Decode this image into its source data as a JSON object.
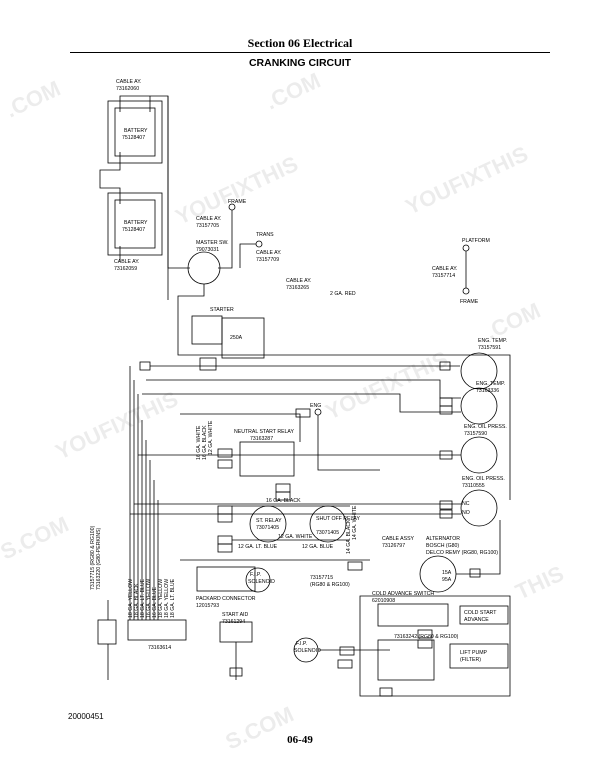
{
  "header": {
    "section": "Section 06  Electrical",
    "title": "CRANKING CIRCUIT"
  },
  "footer": {
    "doc_number": "20000451",
    "page": "06-49"
  },
  "watermarks": {
    "a": ".COM",
    "b": "YOUFIXTHIS",
    "c": "YOUFIXTHIS",
    "d": "YOUFIXTHIS",
    "e": "YOUFIXTHIS",
    "f": "THIS",
    "g": ".COM",
    "h": ".COM",
    "i": "S.COM",
    "j": "S.COM"
  },
  "labels": {
    "cable_ay_1": "CABLE AY.",
    "cable_ay_1_pn": "73162060",
    "battery_1": "BATTERY",
    "battery_1_pn": "75128407",
    "battery_2": "BATTERY",
    "battery_2_pn": "75128407",
    "cable_ay_2": "CABLE AY.",
    "cable_ay_2_pn": "73162059",
    "frame_1": "FRAME",
    "cable_ay_3": "CABLE AY.",
    "cable_ay_3_pn": "73157705",
    "trans": "TRANS",
    "cable_ay_4": "CABLE AY.",
    "cable_ay_4_pn": "73157709",
    "master_sw": "MASTER SW.",
    "master_sw_pn": "79073031",
    "platform": "PLATFORM",
    "cable_ay_5": "CABLE AY.",
    "cable_ay_5_pn": "73157714",
    "frame_2": "FRAME",
    "cable_ay_6": "CABLE AY.",
    "cable_ay_6_pn": "73163265",
    "red_2ga": "2 GA. RED",
    "starter": "STARTER",
    "starter_amp": "250A",
    "eng_temp_1": "ENG. TEMP.",
    "eng_temp_1_pn": "73157591",
    "eng_temp_2": "ENG. TEMP.",
    "eng_temp_2_pn": "73163336",
    "eng_oil_1": "ENG. OIL PRESS.",
    "eng_oil_1_pn": "73157590",
    "eng_oil_2": "ENG. OIL PRESS.",
    "eng_oil_2_pn": "73110555",
    "eng": "ENG",
    "neutral_relay": "NEUTRAL START RELAY",
    "neutral_relay_pn": "73163287",
    "st_relay": "ST. RELAY",
    "st_relay_pn": "73071405",
    "shutoff_relay": "SHUT OFF RELAY",
    "shutoff_relay_pn": "73071405",
    "wire_16_black": "16 GA. BLACK",
    "wire_12_white": "12 GA. WHITE",
    "wire_12_lt_blue": "12 GA. LT. BLUE",
    "wire_12_blue": "12 GA. BLUE",
    "wire_14_white": "14 GA. WHITE",
    "wire_14_black": "14 GA. BLACK",
    "wire_v_12_white": "12 GA. WHITE",
    "wire_v_16_black": "16 GA. BLACK",
    "wire_v_16_white": "16 GA. WHITE",
    "cable_assy": "CABLE ASSY",
    "cable_assy_pn": "73126797",
    "alternator": "ALTERNATOR",
    "alternator_b": "BOSCH (G80)",
    "alternator_c": "DELCO REMY (RG80, RG100)",
    "fip_solenoid_1a": "F.I.P.",
    "fip_solenoid_1b": "SOLENOID",
    "harness_73157715": "73157715",
    "harness_73157715_b": "(RG80 & RG100)",
    "harness_v1": "73157715 (RG80 & RG100)",
    "harness_v2": "73163220 (G80-PERKINS)",
    "packard": "PACKARD CONNECTOR",
    "packard_pn": "12015793",
    "start_aid": "START AID",
    "start_aid_pn": "73161294",
    "cold_advance": "COLD ADVANCE SWITCH",
    "cold_advance_pn": "62010908",
    "cold_start_a": "COLD START",
    "cold_start_b": "ADVANCE",
    "harness_73163242": "73163242 (RG80 & RG100)",
    "fip_solenoid_2a": "F.I.P.",
    "fip_solenoid_2b": "SOLENOID",
    "lift_pump_a": "LIFT PUMP",
    "lift_pump_b": "(FILTER)",
    "connector_pn": "73163614",
    "w_yellow1": "18 GA. YELLOW",
    "w_black": "18 GA. BLACK",
    "w_ltblue": "18 GA. LT. BLUE",
    "w_yellow2": "16 GA. YELLOW",
    "w_blue": "16 GA. BLUE",
    "w_yellow3": "18 GA. YELLOW",
    "w_yellow4": "18 GA. YELLOW",
    "w_lt_blue2": "18 GA. LT. BLUE",
    "nc": "NC",
    "no": "NO",
    "amp_15": "15A",
    "amp_95": "95A"
  }
}
